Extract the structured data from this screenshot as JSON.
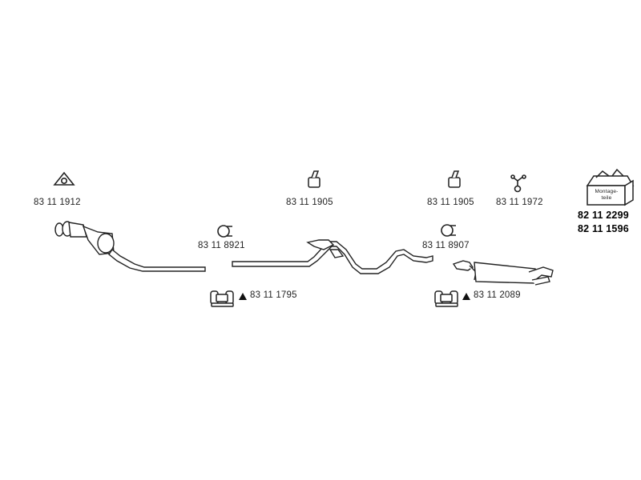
{
  "parts": {
    "gasket_front": "83 11 1912",
    "clamp_front": "83 11 8921",
    "hanger_mid": "83 11 1905",
    "hanger_rear": "83 11 1905",
    "clamp_rear": "83 11 8907",
    "rubber_mount": "83 11 1972",
    "clamp_set_front": "83 11 1795",
    "clamp_set_rear": "83 11 2089"
  },
  "kit": {
    "box_label_line1": "Montage-",
    "box_label_line2": "teile",
    "number_1": "82 11 2299",
    "number_2": "82 11 1596"
  }
}
